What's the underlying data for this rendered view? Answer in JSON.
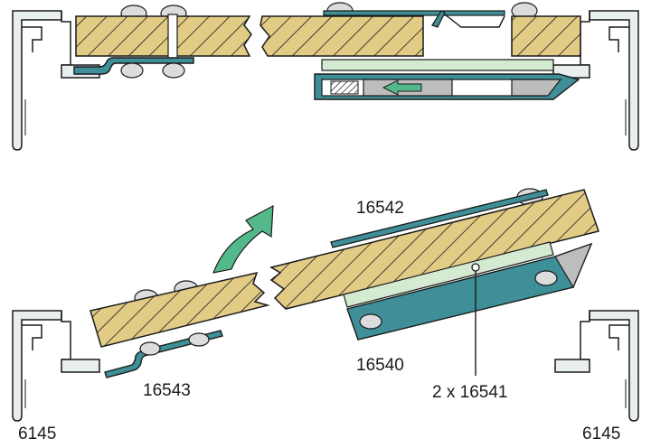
{
  "labels": {
    "frame_left": "6145",
    "frame_right": "6145",
    "hinge_plate": "16543",
    "top_strip": "16542",
    "slide_rail": "16540",
    "pins": "2 x 16541"
  },
  "colors": {
    "wood": "#e2cc85",
    "teal": "#3e8f98",
    "light_green": "#d4ebd1",
    "arrow_green": "#54b98a",
    "frame_fill": "#e9eeee",
    "outline": "#1a1a1a",
    "knob": "#dcdcdc",
    "gray_block": "#bdbdbd"
  },
  "icons": {
    "open_arrow": "curved-arrow-up-icon",
    "slide_arrow": "arrow-left-icon"
  }
}
